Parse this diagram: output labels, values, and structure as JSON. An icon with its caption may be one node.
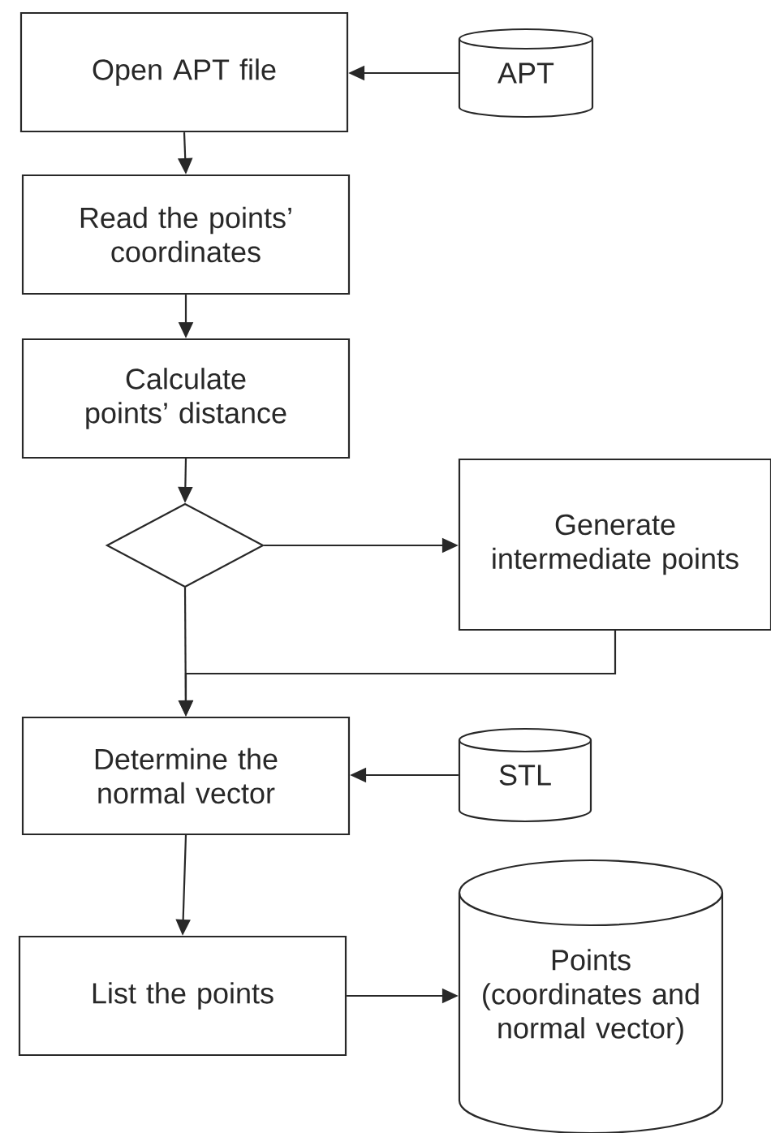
{
  "diagram": {
    "nodes": [
      {
        "text": [
          "Open APT file"
        ]
      },
      {
        "text": [
          "APT"
        ]
      },
      {
        "text": [
          "Read the points’ coordinates"
        ]
      },
      {
        "text": [
          "Calculate points’ distance"
        ]
      },
      {
        "text": [],
        "shape": "diamond"
      },
      {
        "text": [
          "Generate intermediate points"
        ]
      },
      {
        "text": [
          "Determine the normal vector"
        ]
      },
      {
        "text": [
          "STL"
        ]
      },
      {
        "text": [
          "List the points"
        ]
      },
      {
        "text": [
          "Points (coordinates and normal vector)"
        ]
      }
    ],
    "edges": [
      {
        "from": 1,
        "to": 0,
        "arrow": "to"
      },
      {
        "from": 0,
        "to": 2,
        "arrow": "to"
      },
      {
        "from": 2,
        "to": 3,
        "arrow": "to"
      },
      {
        "from": 3,
        "to": 4,
        "arrow": "to"
      },
      {
        "from": 4,
        "to": 5,
        "arrow": "to"
      },
      {
        "from": 4,
        "to": 6,
        "arrow": "to"
      },
      {
        "from": 5,
        "to": 6,
        "arrow": "to"
      },
      {
        "from": 7,
        "to": 6,
        "arrow": "to"
      },
      {
        "from": 6,
        "to": 8,
        "arrow": "to"
      },
      {
        "from": 8,
        "to": 9,
        "arrow": "to"
      }
    ]
  }
}
